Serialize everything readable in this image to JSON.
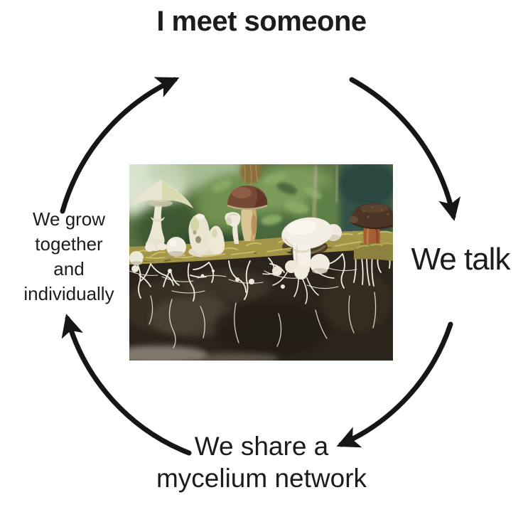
{
  "cycle": {
    "top_label": "I meet someone",
    "right_label": "We talk",
    "left_label_lines": [
      "We grow",
      "together",
      "and",
      "individually"
    ],
    "bottom_label_lines": [
      "We share a",
      "mycelium network"
    ],
    "direction": "clockwise"
  },
  "colors": {
    "background": "#ffffff",
    "text": "#1c1c1c",
    "arrow": "#161616"
  },
  "center_image": {
    "name": "mushroom-mycelium-diorama",
    "colors": {
      "foliage": "#5a7444",
      "foliage_dark": "#2f4a2a",
      "foliage_light": "#d9e3cd",
      "teal_backdrop": "#355249",
      "moss": "#a39649",
      "moss_light": "#cdbf6a",
      "soil": "#2b241c",
      "mushroom_white": "#f0ecdf",
      "mycelium": "#f2eee2",
      "bolete_cap": "#754936",
      "rust_stem": "#a55f35"
    }
  }
}
